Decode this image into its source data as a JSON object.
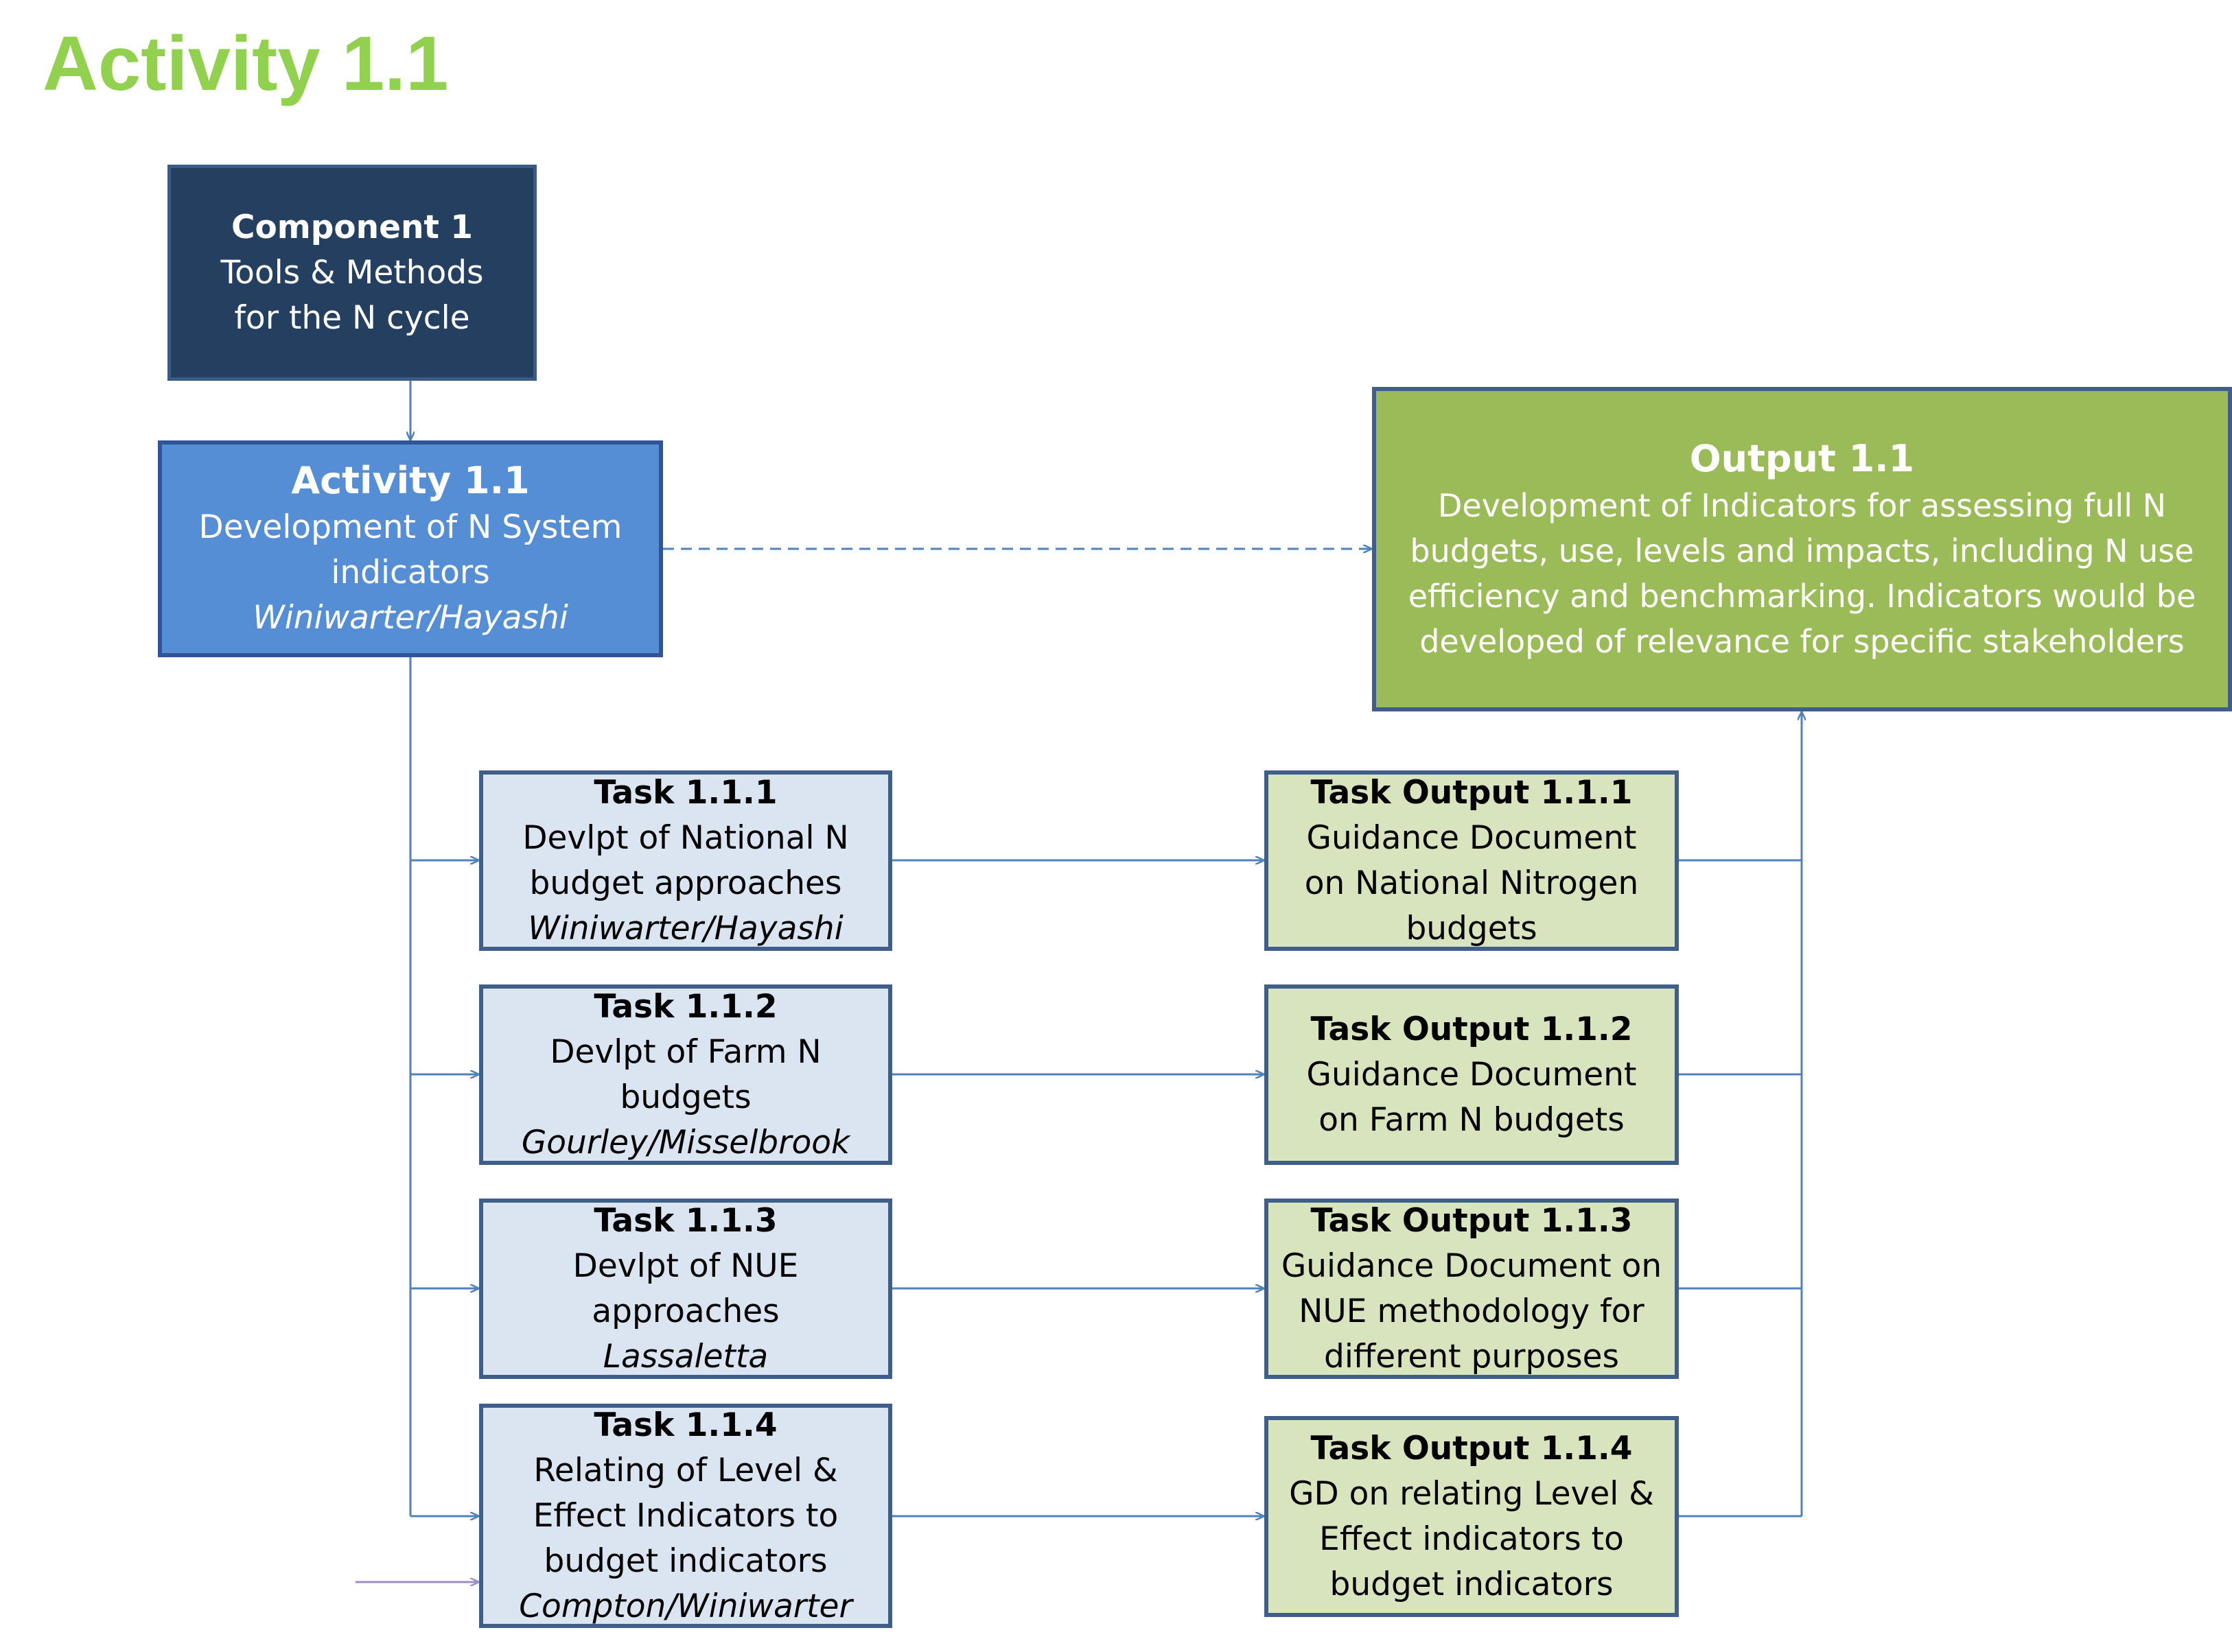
{
  "page": {
    "title": "Activity 1.1"
  },
  "component": {
    "heading": "Component 1",
    "line2": "Tools & Methods",
    "line3": "for the N cycle"
  },
  "activity": {
    "heading": "Activity 1.1",
    "line1": "Development of N System",
    "line2": "indicators",
    "leads": "Winiwarter/Hayashi"
  },
  "output": {
    "heading": "Output 1.1",
    "lines": [
      "Development of Indicators for assessing full N",
      "budgets, use, levels and impacts, including N use",
      "efficiency and benchmarking. Indicators would be",
      "developed of relevance for specific stakeholders"
    ]
  },
  "tasks": [
    {
      "heading": "Task 1.1.1",
      "lines": [
        "Devlpt of National N",
        "budget approaches"
      ],
      "leads": "Winiwarter/Hayashi"
    },
    {
      "heading": "Task 1.1.2",
      "lines": [
        "Devlpt of Farm N",
        "budgets"
      ],
      "leads": "Gourley/Misselbrook"
    },
    {
      "heading": "Task 1.1.3",
      "lines": [
        "Devlpt of NUE",
        "approaches"
      ],
      "leads": "Lassaletta"
    },
    {
      "heading": "Task 1.1.4",
      "lines": [
        "Relating of Level &",
        "Effect Indicators to",
        "budget indicators"
      ],
      "leads": "Compton/Winiwarter"
    }
  ],
  "task_outputs": [
    {
      "heading": "Task Output 1.1.1",
      "lines": [
        "Guidance Document",
        "on National Nitrogen",
        "budgets"
      ]
    },
    {
      "heading": "Task Output 1.1.2",
      "lines": [
        "Guidance Document",
        "on Farm N budgets"
      ]
    },
    {
      "heading": "Task Output 1.1.3",
      "lines": [
        "Guidance Document on",
        "NUE methodology for",
        "different purposes"
      ]
    },
    {
      "heading": "Task Output 1.1.4",
      "lines": [
        "GD on relating Level &",
        "Effect indicators to",
        "budget indicators"
      ]
    }
  ],
  "colors": {
    "title": "#92d050",
    "component_fill": "#243f60",
    "activity_fill": "#558ed5",
    "output_fill": "#9bbb59",
    "task_fill": "#dbe5f1",
    "task_output_fill": "#d7e4bd",
    "connector": "#4f81bd",
    "incoming_arrow": "#9c8ec4"
  }
}
